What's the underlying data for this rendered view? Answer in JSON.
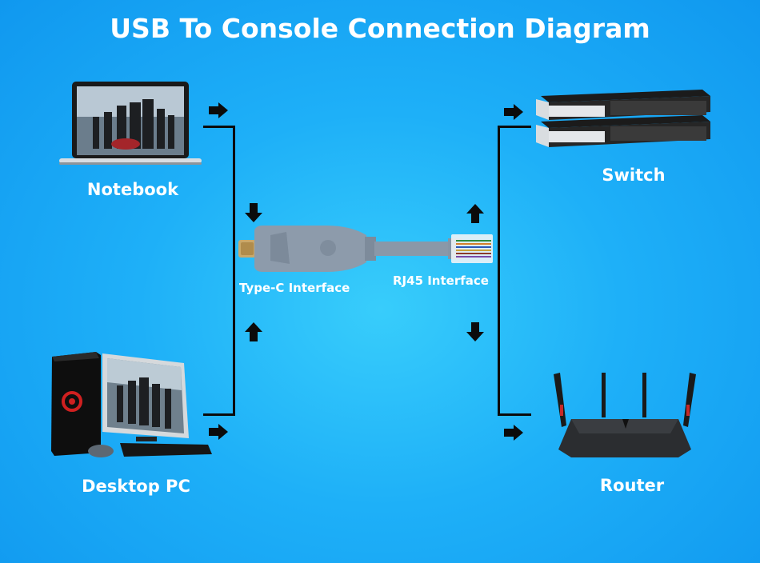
{
  "title": "USB To Console Connection Diagram",
  "devices": {
    "notebook": {
      "label": "Notebook",
      "icon": "laptop-icon"
    },
    "desktop": {
      "label": "Desktop PC",
      "icon": "desktop-computer-icon"
    },
    "switch": {
      "label": "Switch",
      "icon": "network-switch-icon"
    },
    "router": {
      "label": "Router",
      "icon": "wireless-router-icon"
    }
  },
  "cable": {
    "left_connector_label": "Type-C Interface",
    "right_connector_label": "RJ45 Interface",
    "cable_color": "#8a98a8"
  },
  "colors": {
    "background": "#1eb0f8",
    "lines": "#0b0b0b",
    "text": "#ffffff"
  }
}
